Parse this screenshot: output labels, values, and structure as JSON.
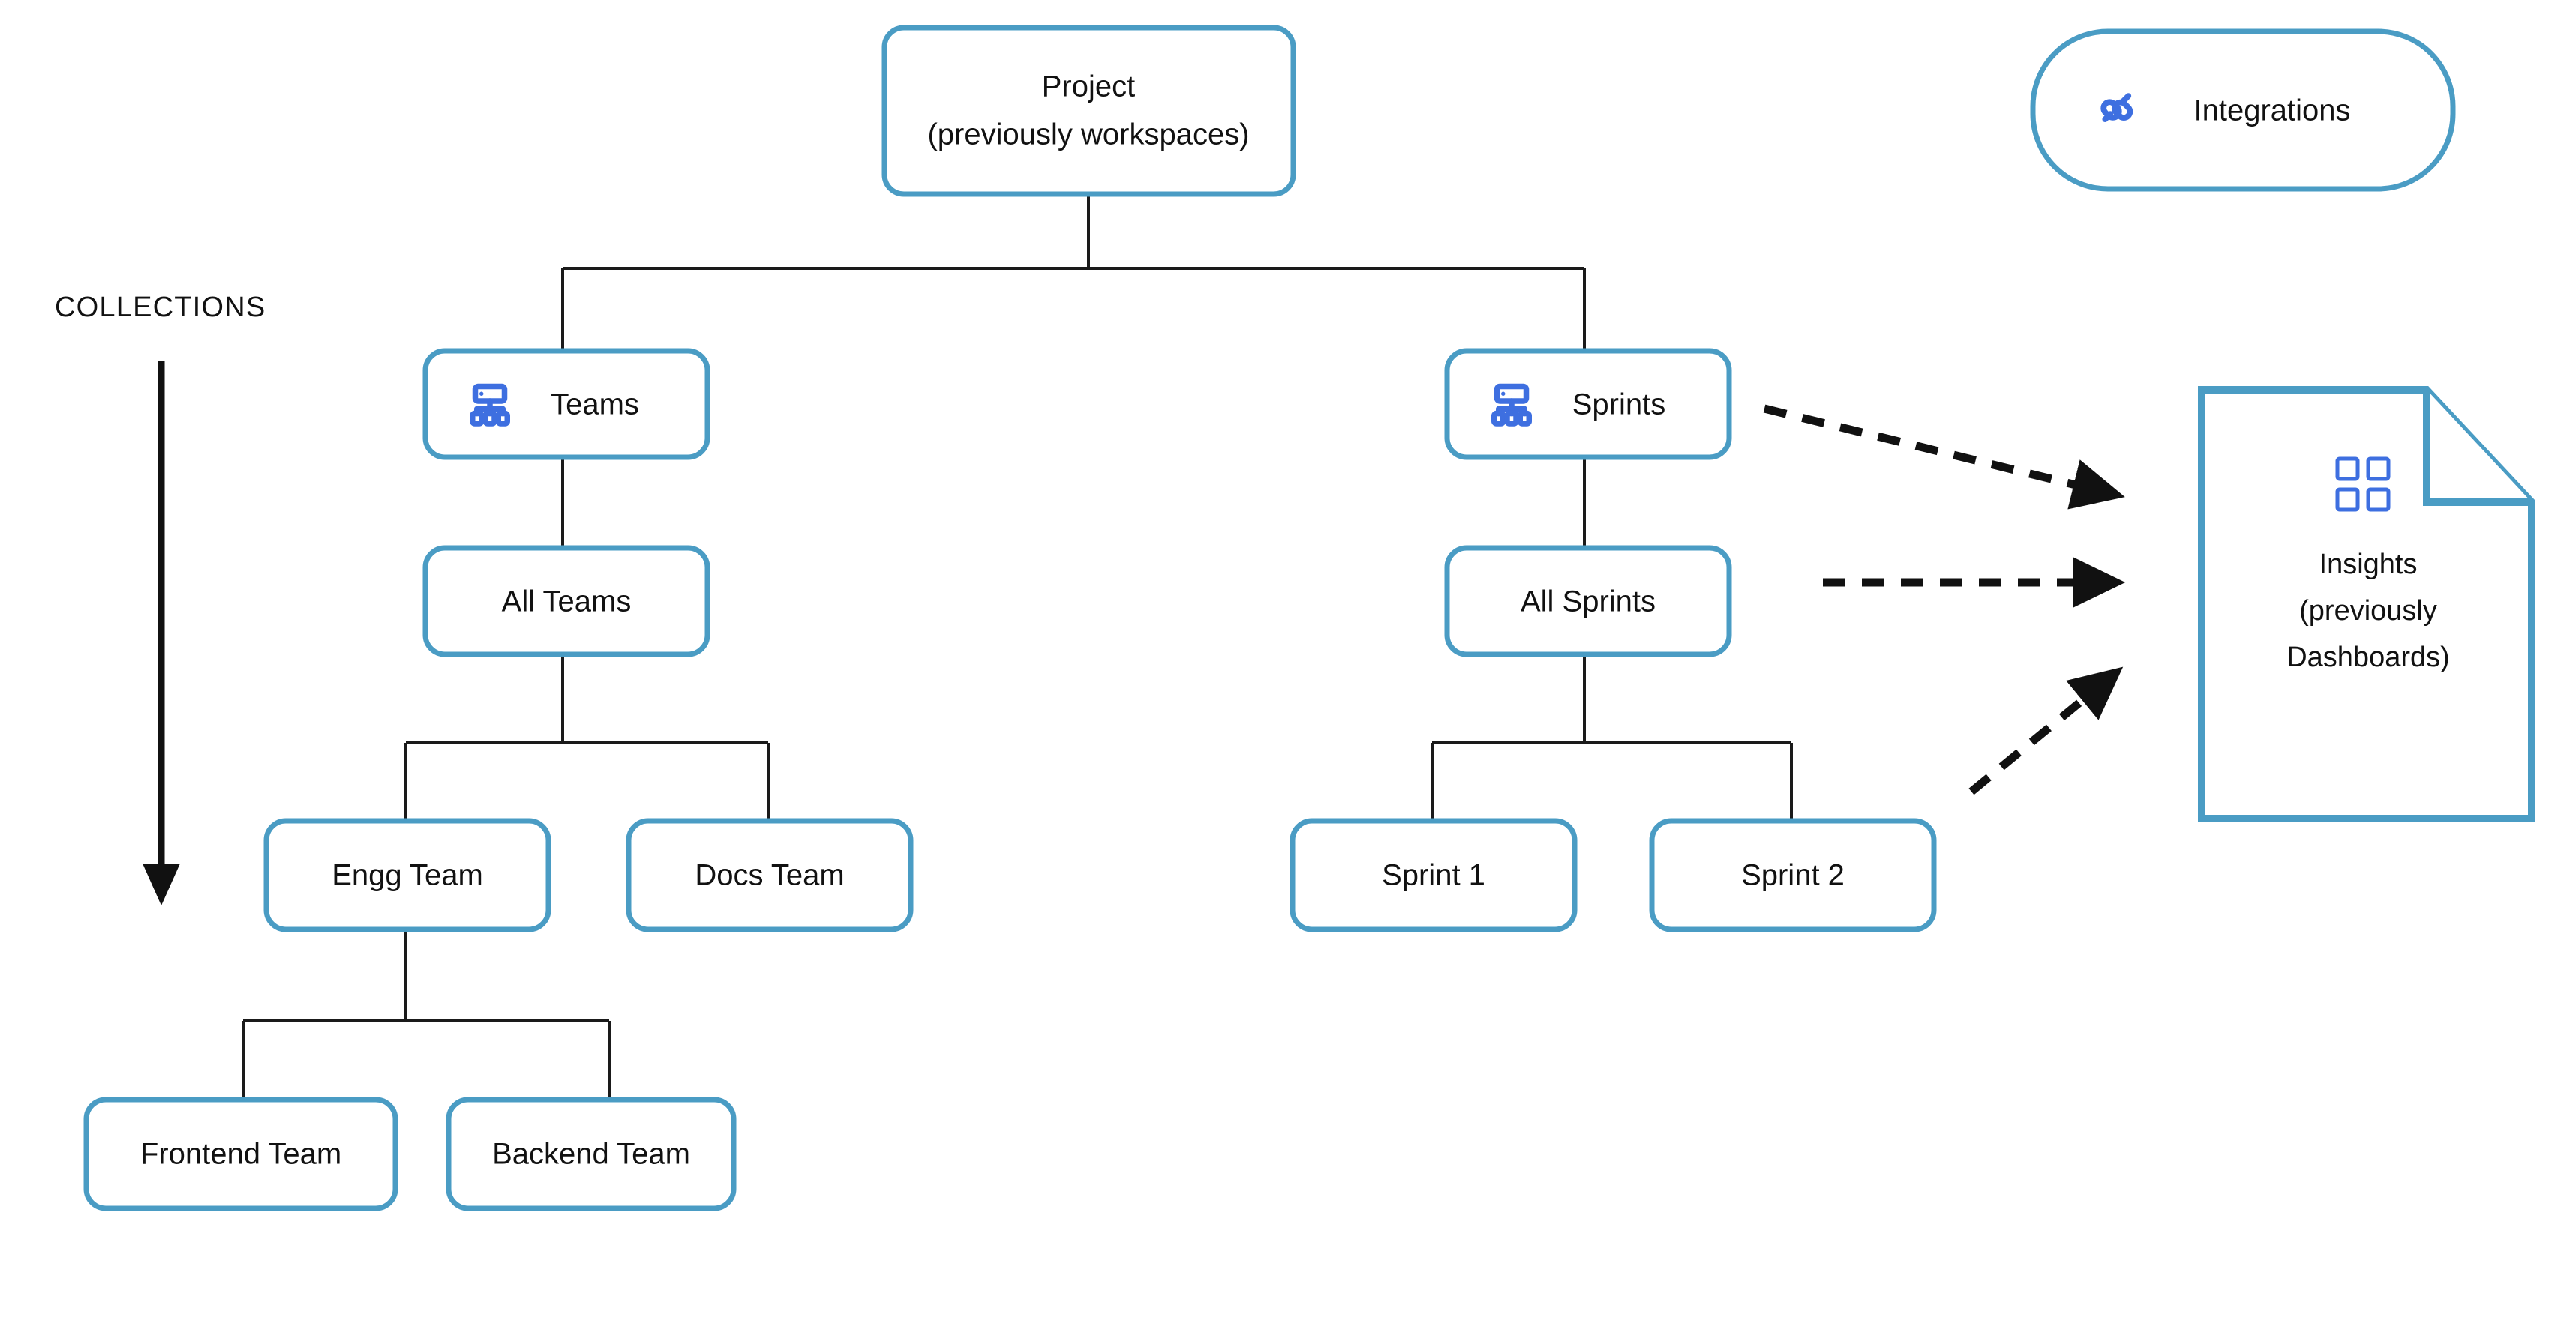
{
  "diagram": {
    "title_label": "COLLECTIONS",
    "accent_color": "#4A9CC4",
    "icon_color": "#3E6FE0",
    "connector_color": "#1a1a1a",
    "background_color": "#ffffff"
  },
  "nodes": {
    "project": {
      "line1": "Project",
      "line2": "(previously workspaces)"
    },
    "integrations": {
      "label": "Integrations",
      "icon": "plug-connection-icon"
    },
    "teams": {
      "label": "Teams",
      "icon": "hierarchy-icon"
    },
    "sprints": {
      "label": "Sprints",
      "icon": "hierarchy-icon"
    },
    "all_teams": {
      "label": "All Teams"
    },
    "all_sprints": {
      "label": "All Sprints"
    },
    "engg_team": {
      "label": "Engg Team"
    },
    "docs_team": {
      "label": "Docs Team"
    },
    "sprint_1": {
      "label": "Sprint 1"
    },
    "sprint_2": {
      "label": "Sprint 2"
    },
    "frontend_team": {
      "label": "Frontend Team"
    },
    "backend_team": {
      "label": "Backend Team"
    },
    "insights": {
      "line1": "Insights",
      "line2": "(previously",
      "line3": "Dashboards)",
      "icon": "dashboard-grid-icon"
    }
  },
  "edges": {
    "solid": [
      "project-to-teams",
      "project-to-sprints",
      "teams-to-all-teams",
      "all-teams-to-engg-team",
      "all-teams-to-docs-team",
      "engg-team-to-frontend-team",
      "engg-team-to-backend-team",
      "sprints-to-all-sprints",
      "all-sprints-to-sprint-1",
      "all-sprints-to-sprint-2"
    ],
    "dashed": [
      "sprints-to-insights",
      "all-sprints-to-insights",
      "sprint-2-to-insights"
    ]
  }
}
